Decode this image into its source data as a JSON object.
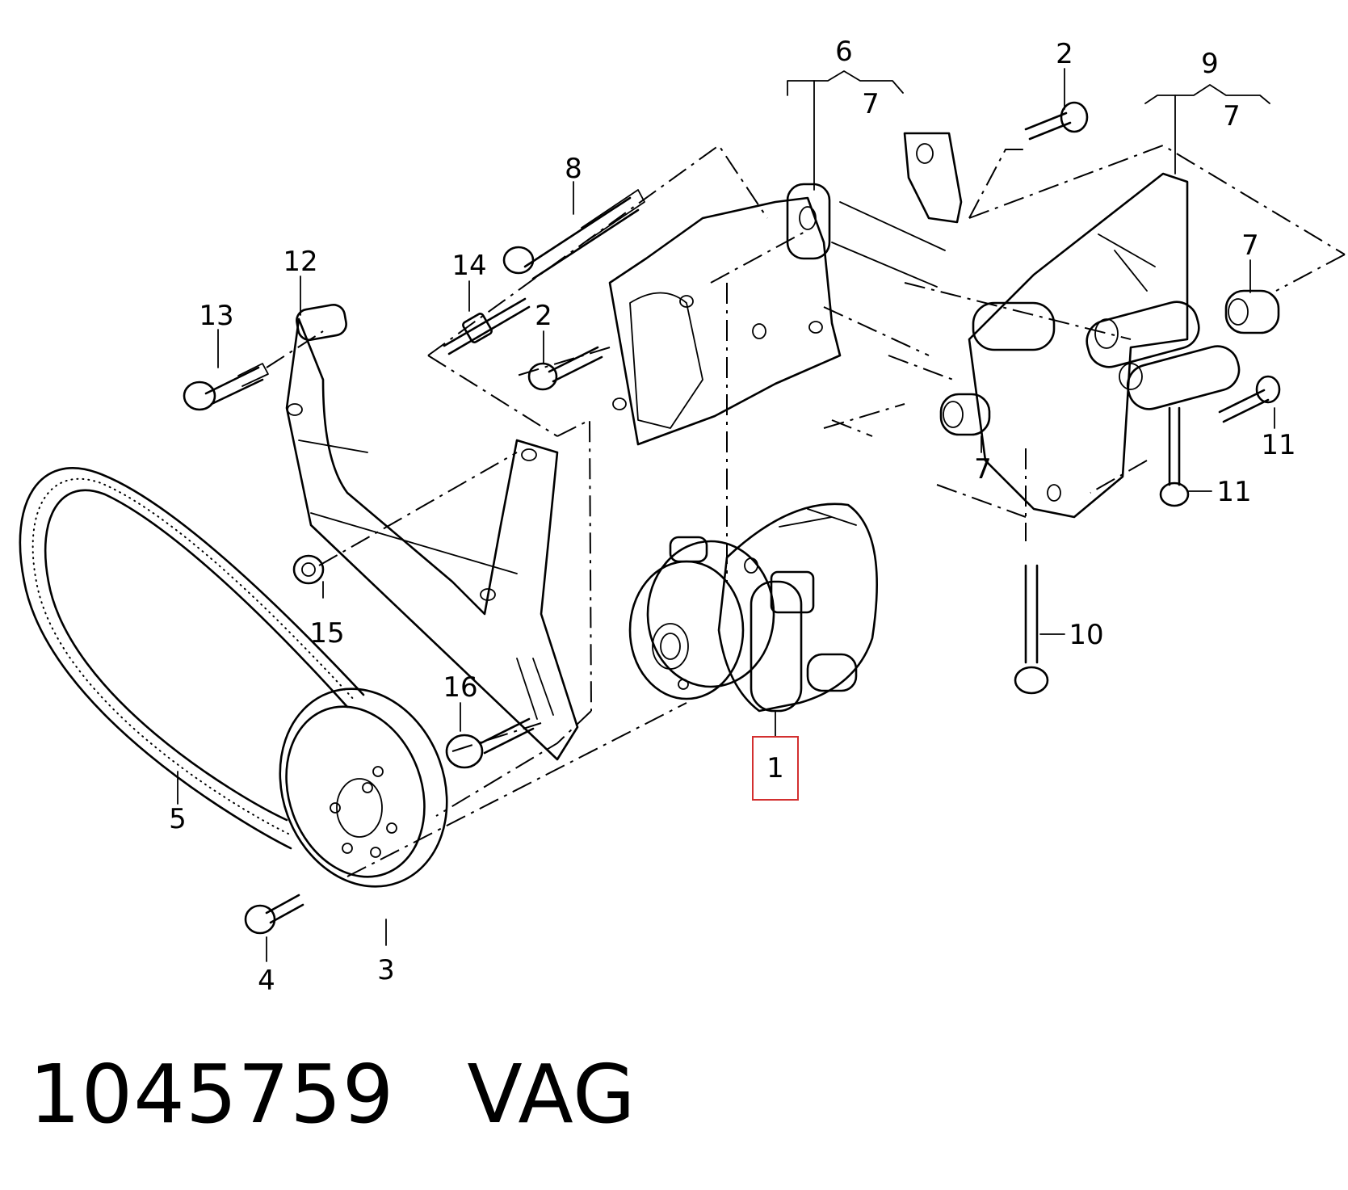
{
  "labels": {
    "l1": "1",
    "l2a": "2",
    "l2b": "2",
    "l3": "3",
    "l4": "4",
    "l5": "5",
    "l6": "6",
    "l7a": "7",
    "l7b": "7",
    "l7c": "7",
    "l7d": "7",
    "l8": "8",
    "l9": "9",
    "l10": "10",
    "l11a": "11",
    "l11b": "11",
    "l12": "12",
    "l13": "13",
    "l14": "14",
    "l15": "15",
    "l16": "16"
  },
  "highlight": {
    "part": "1",
    "color": "#d32f2f"
  },
  "caption": {
    "part_number": "1045759",
    "brand": "VAG"
  }
}
